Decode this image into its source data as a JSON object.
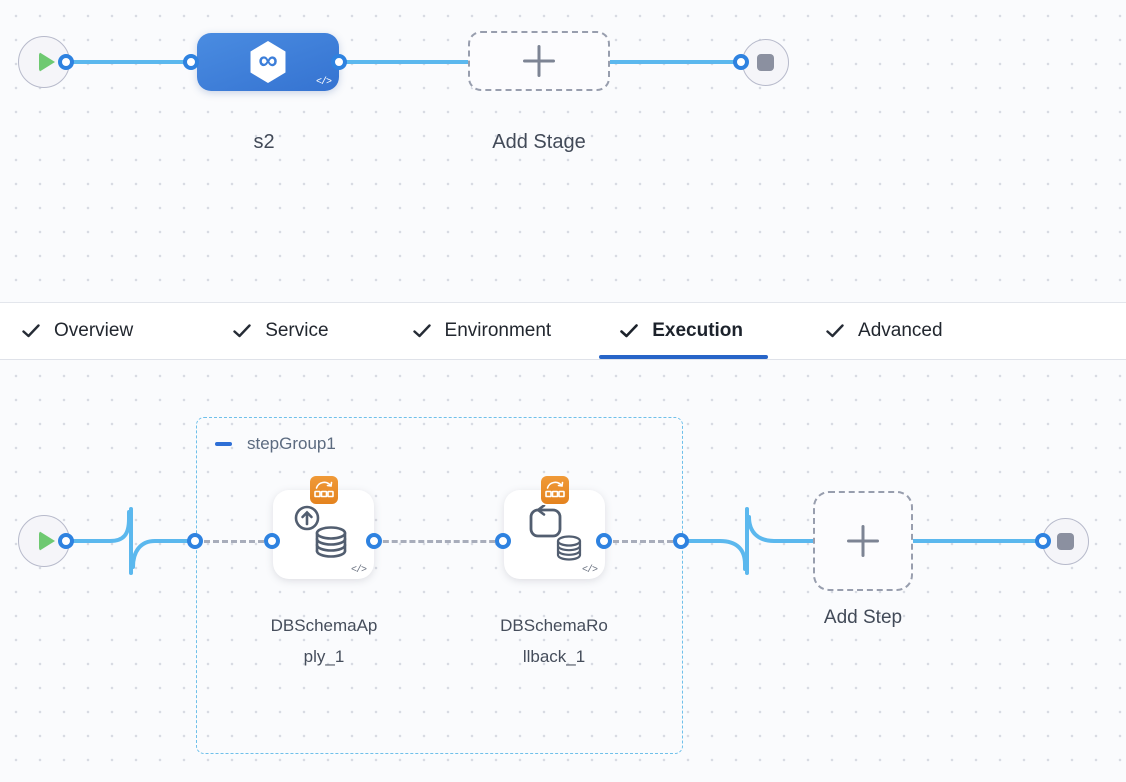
{
  "stage_flow": {
    "stage_name": "s2",
    "add_stage_label": "Add Stage",
    "code_icon_glyph": "</>"
  },
  "config_tabs": [
    {
      "label": "Overview",
      "checked": true,
      "active": false
    },
    {
      "label": "Service",
      "checked": true,
      "active": false
    },
    {
      "label": "Environment",
      "checked": true,
      "active": false
    },
    {
      "label": "Execution",
      "checked": true,
      "active": true
    },
    {
      "label": "Advanced",
      "checked": true,
      "active": false
    }
  ],
  "execution_flow": {
    "step_group_name": "stepGroup1",
    "steps": [
      {
        "name": "DBSchemaApply_1"
      },
      {
        "name": "DBSchemaRollback_1"
      }
    ],
    "add_step_label": "Add Step",
    "code_icon_glyph": "</>"
  },
  "icons": {
    "harness_logo_glyph": "∞"
  },
  "colors": {
    "stage_node_blue": "#3b7dd9",
    "connector_blue": "#5bb8ee",
    "port_ring_blue": "#2e82e0",
    "active_tab_underline": "#2765c8",
    "step_group_border": "#6fc0ea",
    "step_badge_orange": "#ec8f2d",
    "start_play_green": "#6ec971",
    "stop_square_gray": "#8b90a0"
  }
}
